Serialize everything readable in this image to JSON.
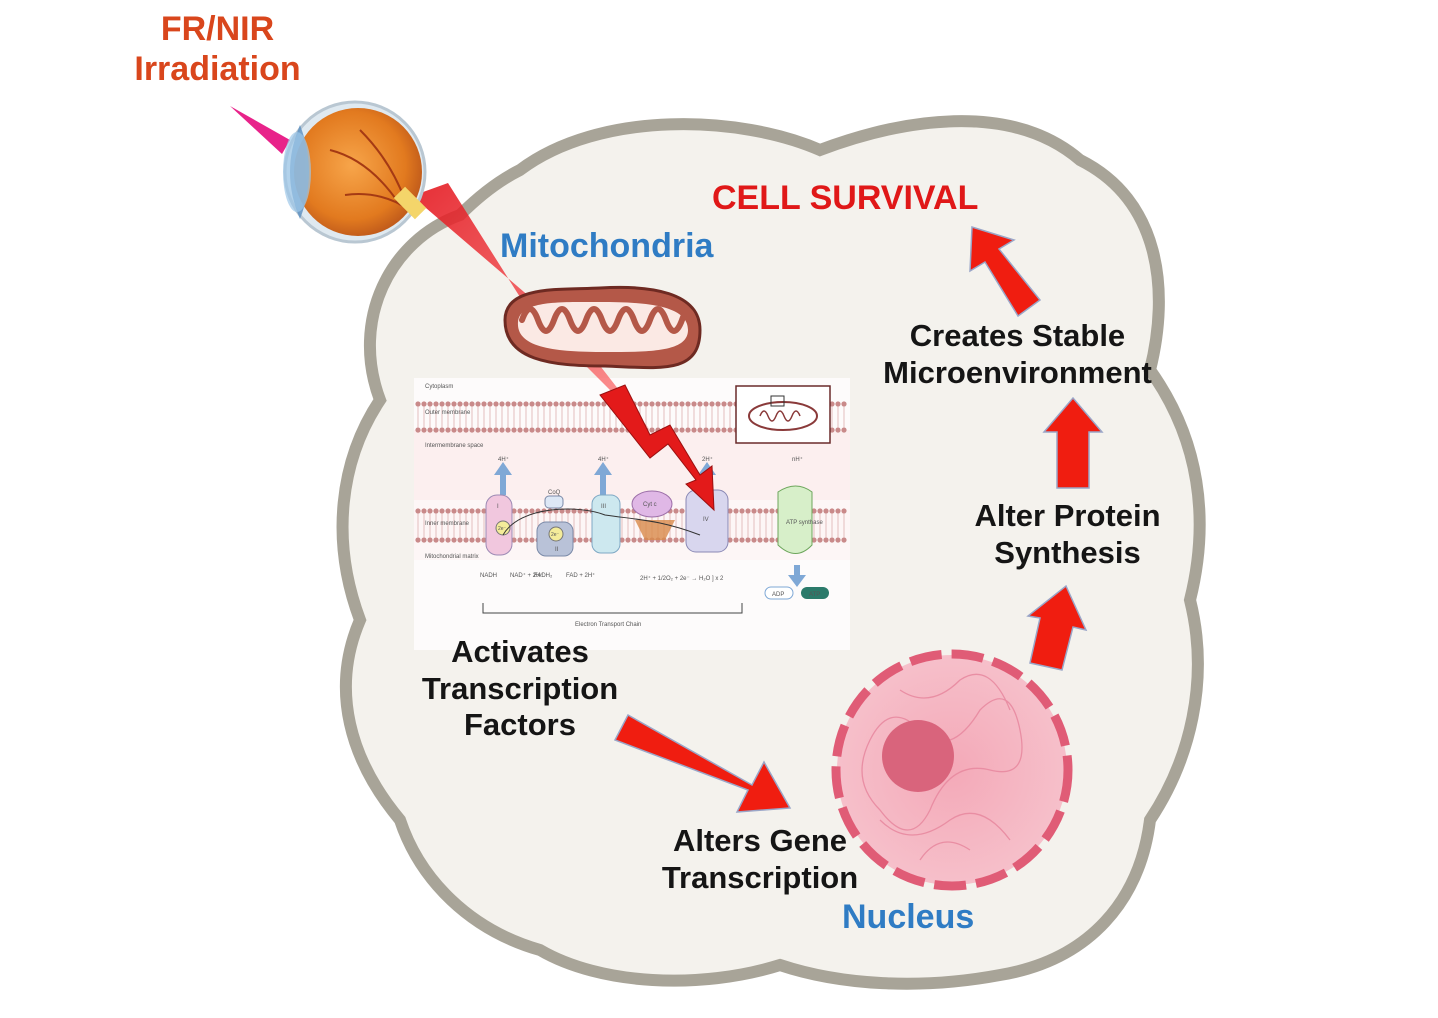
{
  "labels": {
    "irradiation": "FR/NIR\nIrradiation",
    "mitochondria": "Mitochondria",
    "cell_survival": "CELL SURVIVAL",
    "stable_microenvironment": "Creates Stable\nMicroenvironment",
    "alter_protein": "Alter Protein\nSynthesis",
    "activates_tf": "Activates\nTranscription\nFactors",
    "alters_gene": "Alters Gene\nTranscription",
    "nucleus": "Nucleus"
  },
  "etc_inset": {
    "cytoplasm": "Cytoplasm",
    "outer_membrane": "Outer membrane",
    "intermembrane_space": "Intermembrane space",
    "inner_membrane": "Inner membrane",
    "mitochondrial_matrix": "Mitochondrial matrix",
    "proton_labels": [
      "4H⁺",
      "4H⁺",
      "2H⁺",
      "nH⁺"
    ],
    "complex_1": "I",
    "complex_2": "II",
    "complex_3": "III",
    "complex_4": "IV",
    "coq": "CoQ",
    "cytc": "Cyt c",
    "electrons": "2e⁻",
    "atp_synthase": "ATP synthase",
    "nadh": "NADH",
    "nad": "NAD⁺ + 2H⁺",
    "fadh2": "FADH₂",
    "fad": "FAD + 2H⁺",
    "reaction": "2H⁺ + 1/2O₂ + 2e⁻ → H₂O ] x 2",
    "adp": "ADP",
    "atp": "ATP",
    "etc_title": "Electron Transport Chain"
  },
  "colors": {
    "arrow_red": "#f01d10",
    "cell_fill": "#f4f2ed",
    "cell_border": "#a8a498",
    "nucleus_fill": "#f4b8c4",
    "nucleus_border": "#e05c76",
    "mito_fill": "#b45848"
  }
}
